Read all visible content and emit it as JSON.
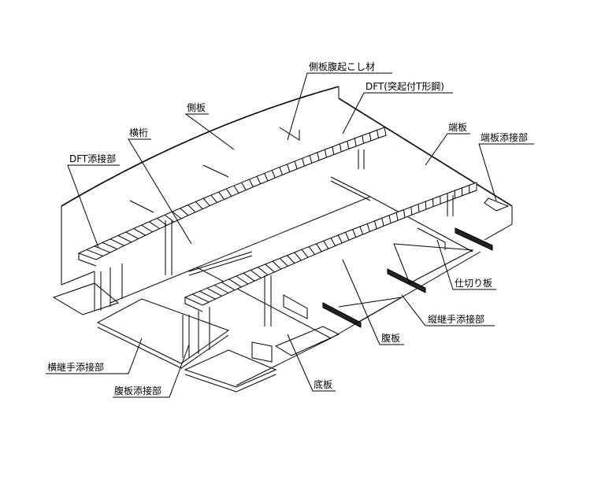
{
  "labels": {
    "side_plate_stiffener": "側板腹起こし材",
    "dft": "DFT(突起付T形鋼)",
    "side_plate": "側板",
    "cross_beam": "横桁",
    "end_plate": "端板",
    "end_plate_splice": "端板添接部",
    "dft_splice": "DFT添接部",
    "partition_plate": "仕切り板",
    "longitudinal_joint_splice": "縦継手添接部",
    "web_plate": "腹板",
    "transverse_joint_splice": "横継手添接部",
    "web_plate_splice": "腹板添接部",
    "bottom_plate": "底板"
  }
}
